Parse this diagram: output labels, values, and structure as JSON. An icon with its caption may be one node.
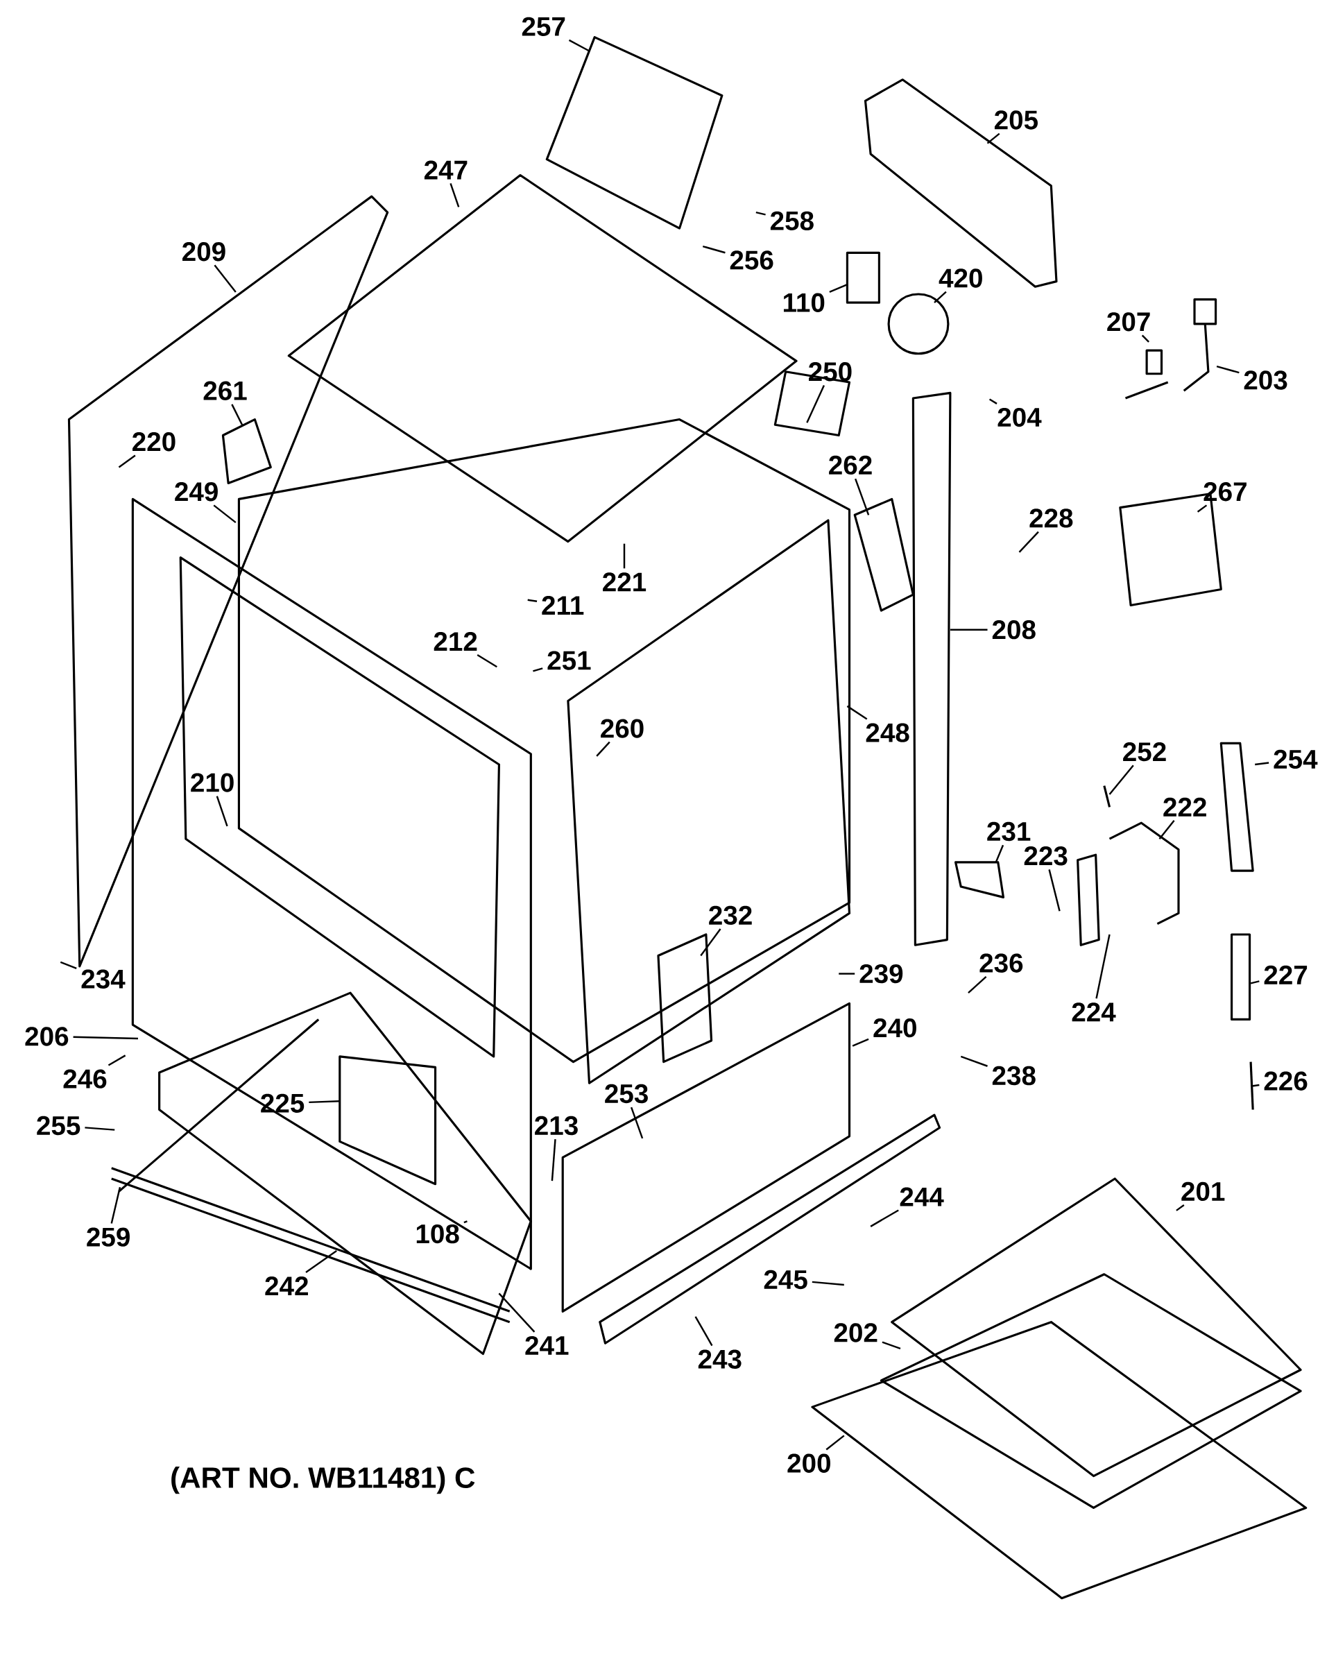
{
  "diagram": {
    "nodes": [
      {
        "text": [
          "257"
        ]
      },
      {
        "text": [
          "247"
        ]
      },
      {
        "text": [
          "205"
        ]
      },
      {
        "text": [
          "209"
        ]
      },
      {
        "text": [
          "258"
        ]
      },
      {
        "text": [
          "256"
        ]
      },
      {
        "text": [
          "110"
        ]
      },
      {
        "text": [
          "420"
        ]
      },
      {
        "text": [
          "207"
        ]
      },
      {
        "text": [
          "203"
        ]
      },
      {
        "text": [
          "250"
        ]
      },
      {
        "text": [
          "204"
        ]
      },
      {
        "text": [
          "261"
        ]
      },
      {
        "text": [
          "220"
        ]
      },
      {
        "text": [
          "262"
        ]
      },
      {
        "text": [
          "249"
        ]
      },
      {
        "text": [
          "228"
        ]
      },
      {
        "text": [
          "267"
        ]
      },
      {
        "text": [
          "221"
        ]
      },
      {
        "text": [
          "211"
        ]
      },
      {
        "text": [
          "208"
        ]
      },
      {
        "text": [
          "212"
        ]
      },
      {
        "text": [
          "251"
        ]
      },
      {
        "text": [
          "260"
        ]
      },
      {
        "text": [
          "248"
        ]
      },
      {
        "text": [
          "252"
        ]
      },
      {
        "text": [
          "254"
        ]
      },
      {
        "text": [
          "210"
        ]
      },
      {
        "text": [
          "222"
        ]
      },
      {
        "text": [
          "231"
        ]
      },
      {
        "text": [
          "223"
        ]
      },
      {
        "text": [
          "232"
        ]
      },
      {
        "text": [
          "236"
        ]
      },
      {
        "text": [
          "227"
        ]
      },
      {
        "text": [
          "239"
        ]
      },
      {
        "text": [
          "234"
        ]
      },
      {
        "text": [
          "224"
        ]
      },
      {
        "text": [
          "206"
        ]
      },
      {
        "text": [
          "246"
        ]
      },
      {
        "text": [
          "240"
        ]
      },
      {
        "text": [
          "238"
        ]
      },
      {
        "text": [
          "225"
        ]
      },
      {
        "text": [
          "226"
        ]
      },
      {
        "text": [
          "255"
        ]
      },
      {
        "text": [
          "253"
        ]
      },
      {
        "text": [
          "213"
        ]
      },
      {
        "text": [
          "244"
        ]
      },
      {
        "text": [
          "201"
        ]
      },
      {
        "text": [
          "108"
        ]
      },
      {
        "text": [
          "259"
        ]
      },
      {
        "text": [
          "245"
        ]
      },
      {
        "text": [
          "242"
        ]
      },
      {
        "text": [
          "241"
        ]
      },
      {
        "text": [
          "202"
        ]
      },
      {
        "text": [
          "243"
        ]
      },
      {
        "text": [
          "200"
        ]
      }
    ],
    "edges": [
      {
        "from": 0,
        "to": null,
        "arrow": "none"
      },
      {
        "from": 1,
        "to": null,
        "arrow": "none"
      },
      {
        "from": 2,
        "to": null,
        "arrow": "none"
      },
      {
        "from": 3,
        "to": null,
        "arrow": "none"
      },
      {
        "from": 4,
        "to": null,
        "arrow": "none"
      },
      {
        "from": 5,
        "to": null,
        "arrow": "none"
      },
      {
        "from": 6,
        "to": null,
        "arrow": "none"
      },
      {
        "from": 7,
        "to": null,
        "arrow": "none"
      },
      {
        "from": 8,
        "to": null,
        "arrow": "none"
      },
      {
        "from": 9,
        "to": null,
        "arrow": "none"
      },
      {
        "from": 10,
        "to": null,
        "arrow": "none"
      },
      {
        "from": 11,
        "to": null,
        "arrow": "none"
      },
      {
        "from": 12,
        "to": null,
        "arrow": "none"
      },
      {
        "from": 13,
        "to": null,
        "arrow": "none"
      },
      {
        "from": 14,
        "to": null,
        "arrow": "none"
      },
      {
        "from": 15,
        "to": null,
        "arrow": "none"
      },
      {
        "from": 16,
        "to": null,
        "arrow": "none"
      },
      {
        "from": 17,
        "to": null,
        "arrow": "none"
      },
      {
        "from": 18,
        "to": null,
        "arrow": "none"
      },
      {
        "from": 19,
        "to": null,
        "arrow": "none"
      },
      {
        "from": 20,
        "to": null,
        "arrow": "none"
      },
      {
        "from": 21,
        "to": null,
        "arrow": "none"
      },
      {
        "from": 22,
        "to": null,
        "arrow": "none"
      },
      {
        "from": 23,
        "to": null,
        "arrow": "none"
      },
      {
        "from": 24,
        "to": null,
        "arrow": "none"
      },
      {
        "from": 25,
        "to": null,
        "arrow": "none"
      },
      {
        "from": 26,
        "to": null,
        "arrow": "none"
      },
      {
        "from": 27,
        "to": null,
        "arrow": "none"
      },
      {
        "from": 28,
        "to": null,
        "arrow": "none"
      },
      {
        "from": 29,
        "to": null,
        "arrow": "none"
      },
      {
        "from": 30,
        "to": null,
        "arrow": "none"
      },
      {
        "from": 31,
        "to": null,
        "arrow": "none"
      },
      {
        "from": 32,
        "to": null,
        "arrow": "none"
      },
      {
        "from": 33,
        "to": null,
        "arrow": "none"
      },
      {
        "from": 34,
        "to": null,
        "arrow": "none"
      },
      {
        "from": 35,
        "to": null,
        "arrow": "none"
      },
      {
        "from": 36,
        "to": null,
        "arrow": "none"
      },
      {
        "from": 37,
        "to": null,
        "arrow": "none"
      },
      {
        "from": 38,
        "to": null,
        "arrow": "none"
      },
      {
        "from": 39,
        "to": null,
        "arrow": "none"
      },
      {
        "from": 40,
        "to": null,
        "arrow": "none"
      },
      {
        "from": 41,
        "to": null,
        "arrow": "none"
      },
      {
        "from": 42,
        "to": null,
        "arrow": "none"
      },
      {
        "from": 43,
        "to": null,
        "arrow": "none"
      },
      {
        "from": 44,
        "to": null,
        "arrow": "none"
      },
      {
        "from": 45,
        "to": null,
        "arrow": "none"
      },
      {
        "from": 46,
        "to": null,
        "arrow": "none"
      },
      {
        "from": 47,
        "to": null,
        "arrow": "none"
      },
      {
        "from": 48,
        "to": null,
        "arrow": "none"
      },
      {
        "from": 49,
        "to": null,
        "arrow": "none"
      },
      {
        "from": 50,
        "to": null,
        "arrow": "none"
      },
      {
        "from": 51,
        "to": null,
        "arrow": "none"
      },
      {
        "from": 52,
        "to": null,
        "arrow": "none"
      },
      {
        "from": 53,
        "to": null,
        "arrow": "none"
      },
      {
        "from": 54,
        "to": null,
        "arrow": "none"
      },
      {
        "from": 55,
        "to": null,
        "arrow": "none"
      }
    ],
    "labels": [
      "(ART NO. WB11481) C"
    ]
  }
}
